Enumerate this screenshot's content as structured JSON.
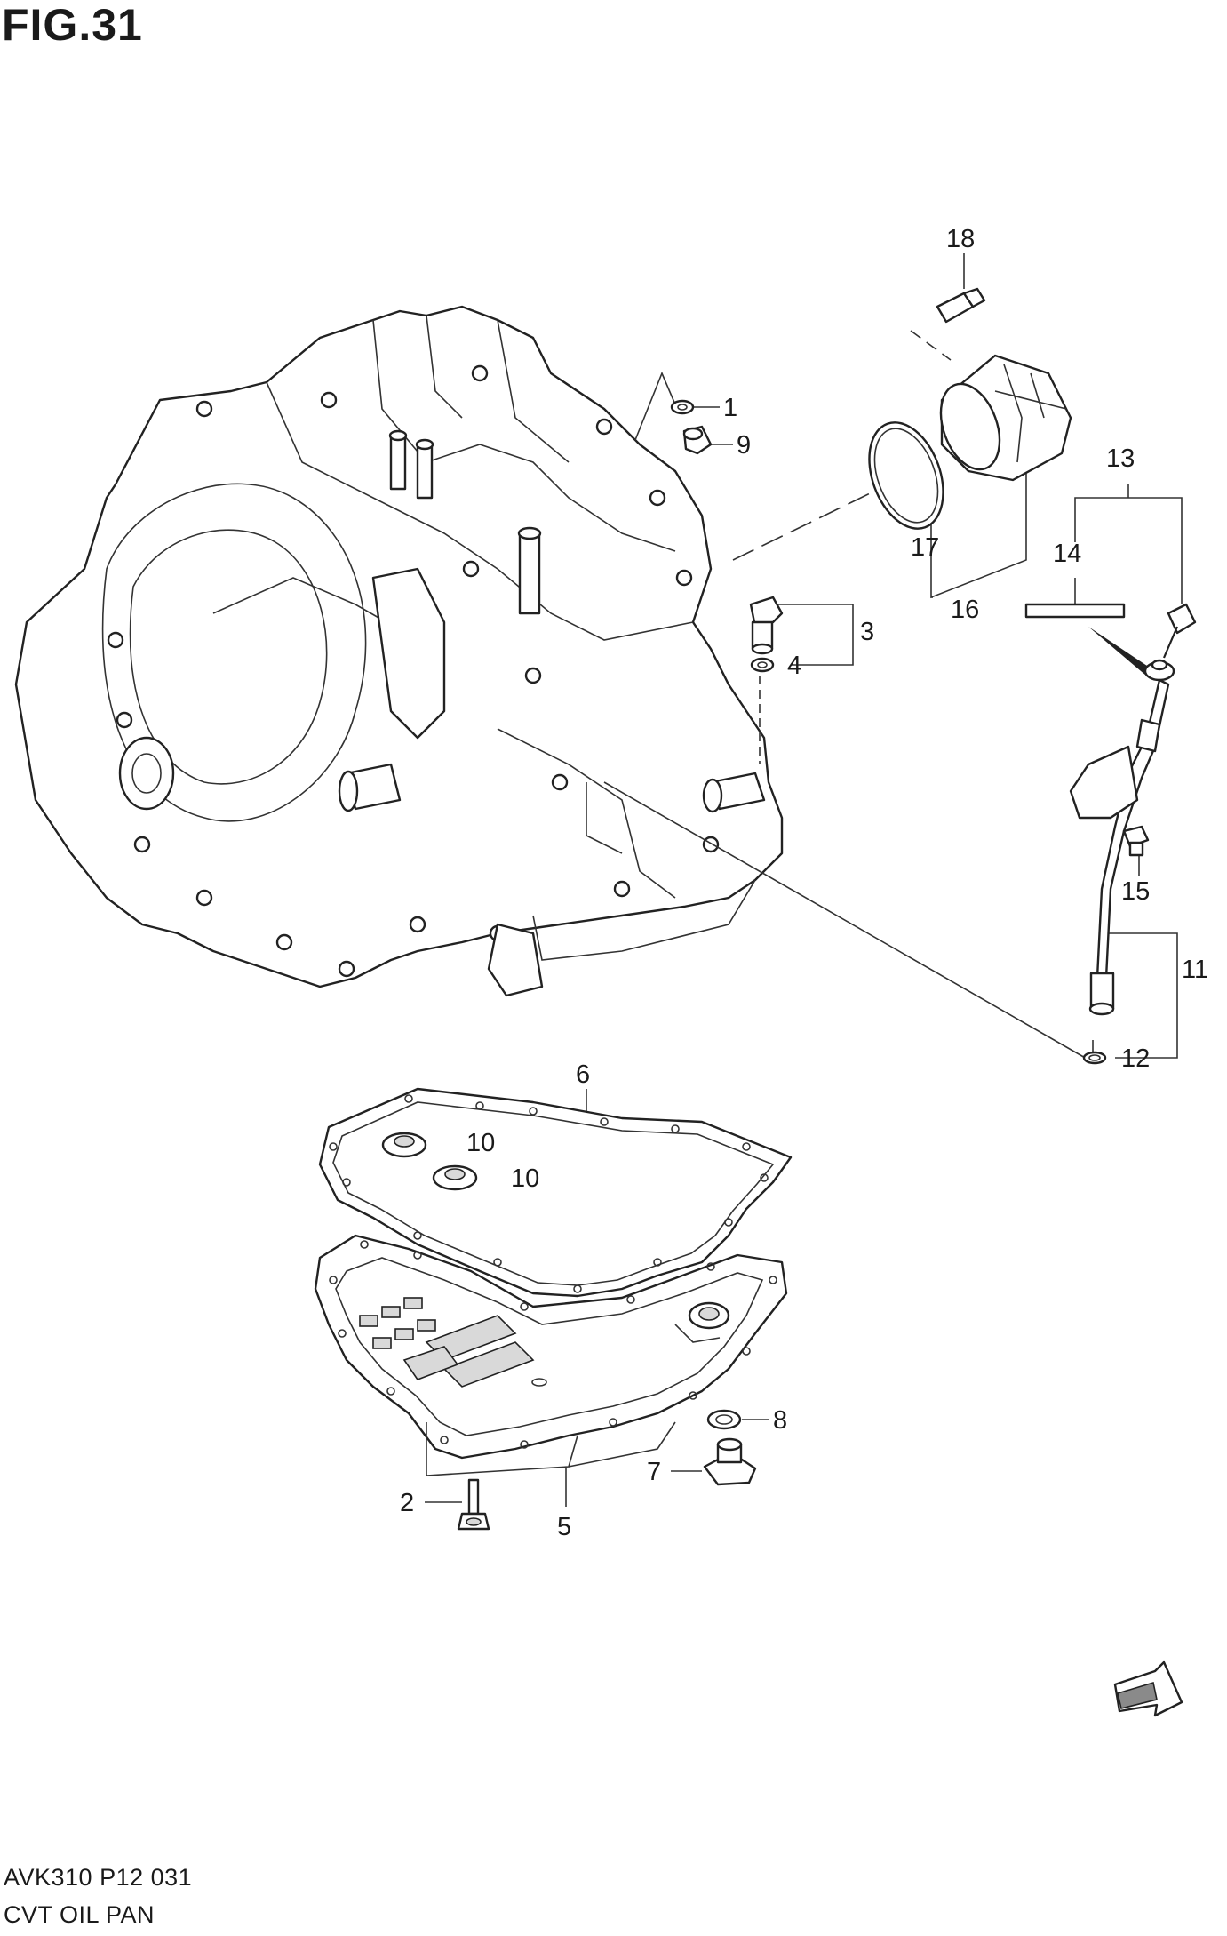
{
  "figure": {
    "title": "FIG.31",
    "code": "AVK310 P12 031",
    "name": "CVT OIL PAN"
  },
  "callouts": {
    "c1": "1",
    "c2": "2",
    "c3": "3",
    "c4": "4",
    "c5": "5",
    "c6": "6",
    "c7": "7",
    "c8": "8",
    "c9": "9",
    "c10a": "10",
    "c10b": "10",
    "c11": "11",
    "c12": "12",
    "c13": "13",
    "c14": "14",
    "c15": "15",
    "c16": "16",
    "c17": "17",
    "c18": "18"
  },
  "icons": {
    "front_arrow": "front-direction-arrow-icon"
  },
  "colors": {
    "line": "#222222",
    "background": "#ffffff"
  }
}
